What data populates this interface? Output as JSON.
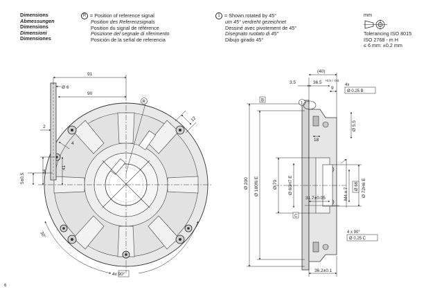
{
  "legend": {
    "title": [
      "Dimensions",
      "Abmessungen",
      "Dimensions",
      "Dimensioni",
      "Dimensiones"
    ],
    "ref_marker": "R",
    "ref_signal": [
      "= Position of reference signal",
      "Position des Referenzsignals",
      "Position du signal de référence",
      "Posizione del segnale di riferimento",
      "Posición de la señal de referencia"
    ],
    "rot_marker": "1",
    "rotated": [
      "= Shown rotated by 45°",
      "um 45° verdreht gezeichnet",
      "Dessiné avec pivotement de 45°",
      "Disegnato ruotato di 45°",
      "Dibujo girado 45°"
    ]
  },
  "tolerance": {
    "unit": "mm",
    "line1": "Tolerancing ISO 8015",
    "line2": "ISO 2768 - m H",
    "line3": "≤ 6 mm: ±0.2 mm"
  },
  "front_view": {
    "dims": {
      "d91": "91",
      "d6": "Ø 6",
      "d90": "90",
      "d2": "2",
      "d4": "4",
      "d41": "41",
      "d34": "34",
      "d5": "5±0.5",
      "d12": "12",
      "angle30": "30°",
      "angle90": "4x 90°",
      "ref": "R"
    }
  },
  "side_view": {
    "dims": {
      "d40": "(40)",
      "d9": "9",
      "d36": "36.5",
      "d36tol": "+0.5 / -0.5",
      "d35": "3.5",
      "tol_top_count": "4x",
      "tol_top": "Ø 0.25 B",
      "marker1": "1",
      "datumB": "B",
      "d55": "Ø 5.5",
      "d18": "18",
      "d200": "Ø 200",
      "d180": "Ø 180f6 E",
      "d70": "Ø 70",
      "d60": "Ø 60H7 E",
      "m4": "M4 x 7",
      "d68": "Ø 68",
      "d72": "Ø 72H6 E",
      "d31": "31.7±0.05",
      "datumC": "C",
      "tol_bot_count": "4 x 90°",
      "tol_bot": "Ø 0.25 C",
      "d36b": "36.2±0.1"
    }
  },
  "footer": {
    "page_mark": "6"
  }
}
